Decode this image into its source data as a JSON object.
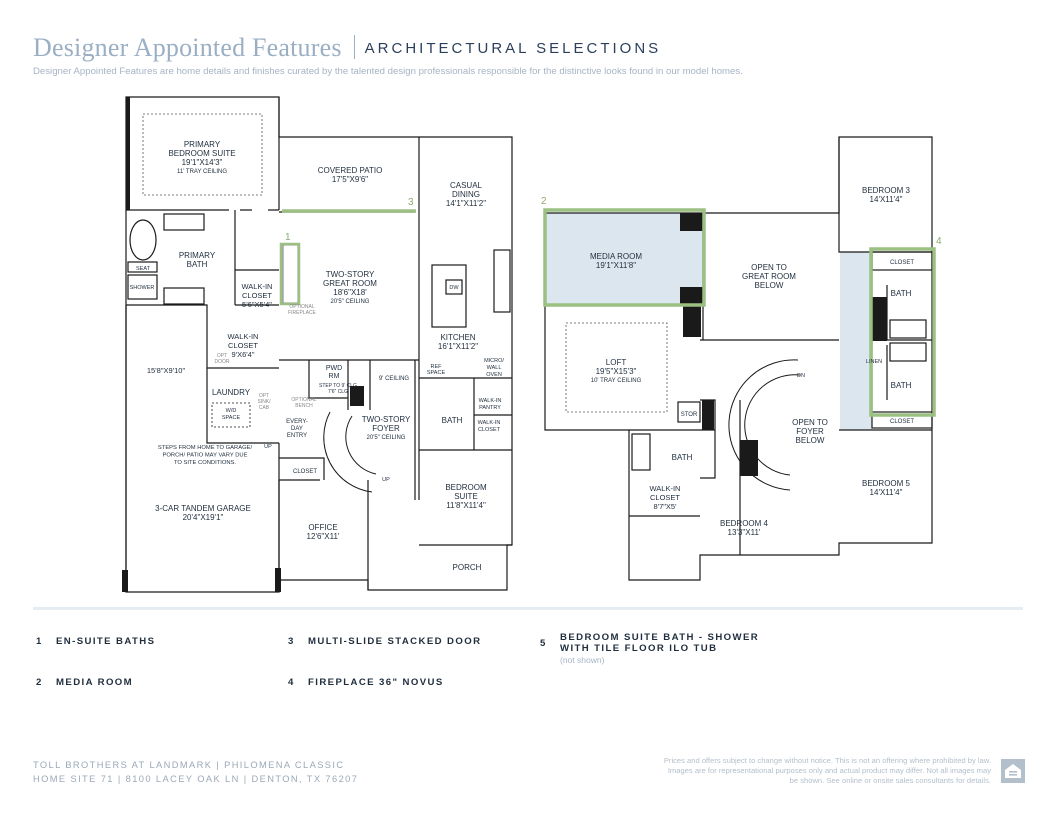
{
  "header": {
    "title": "Designer Appointed Features",
    "section": "ARCHITECTURAL SELECTIONS",
    "subtitle": "Designer Appointed Features are home details and finishes curated by the talented design professionals responsible for the distinctive looks found in our model homes."
  },
  "plan_labels": {
    "primary_suite": [
      "PRIMARY",
      "BEDROOM SUITE",
      "19'1\"X14'3\"",
      "11' TRAY CEILING"
    ],
    "primary_bath": [
      "PRIMARY",
      "BATH"
    ],
    "seat": "SEAT",
    "shower": "SHOWER",
    "walkin1": [
      "WALK-IN",
      "CLOSET",
      "5'6\"X5'4\""
    ],
    "walkin2": [
      "WALK-IN",
      "CLOSET",
      "9'X6'4\""
    ],
    "opt_door": [
      "OPT",
      "DOOR"
    ],
    "laundry": "LAUNDRY",
    "wd": [
      "W/D",
      "SPACE"
    ],
    "opt_sink": [
      "OPT",
      "SINK/",
      "CAB"
    ],
    "opt_bench": [
      "OPTIONAL",
      "BENCH"
    ],
    "everyday": [
      "EVERY-",
      "DAY",
      "ENTRY"
    ],
    "up1": "UP",
    "closet1": "CLOSET",
    "garage_size_top": "15'8\"X9'10\"",
    "garage_note": [
      "STEPS FROM HOME TO GARAGE/",
      "PORCH/ PATIO MAY VARY DUE",
      "TO SITE CONDITIONS."
    ],
    "garage": [
      "3-CAR TANDEM GARAGE",
      "20'4\"X19'1\""
    ],
    "covered_patio": [
      "COVERED PATIO",
      "17'5\"X9'6\""
    ],
    "great_room": [
      "TWO-STORY",
      "GREAT ROOM",
      "18'6\"X18'",
      "20'5\" CEILING"
    ],
    "opt_fireplace": [
      "OPTIONAL",
      "FIREPLACE"
    ],
    "casual_dining": [
      "CASUAL",
      "DINING",
      "14'1\"X11'2\""
    ],
    "dw": "DW",
    "kitchen": [
      "KITCHEN",
      "16'1\"X11'2\""
    ],
    "micro": [
      "MICRO/",
      "WALL",
      "OVEN"
    ],
    "pwd": [
      "PWD",
      "RM"
    ],
    "step_down": [
      "STEP TO 9' CLG",
      "7'6\" CLG"
    ],
    "nine_ceiling": "9' CEILING",
    "ref": [
      "REF",
      "SPACE"
    ],
    "bath1": "BATH",
    "walkin_pantry": [
      "WALK-IN",
      "PANTRY"
    ],
    "walkin_closet_small": [
      "WALK-IN",
      "CLOSET"
    ],
    "foyer": [
      "TWO-STORY",
      "FOYER",
      "20'5\" CEILING"
    ],
    "up2": "UP",
    "bedroom_suite": [
      "BEDROOM",
      "SUITE",
      "11'8\"X11'4\""
    ],
    "office": [
      "OFFICE",
      "12'6\"X11'"
    ],
    "porch": "PORCH",
    "media_room": [
      "MEDIA ROOM",
      "19'1\"X11'8\""
    ],
    "open_great": [
      "OPEN TO",
      "GREAT ROOM",
      "BELOW"
    ],
    "loft": [
      "LOFT",
      "19'5\"X15'3\"",
      "10' TRAY CEILING"
    ],
    "bedroom3": [
      "BEDROOM 3",
      "14'X11'4\""
    ],
    "closet_top": "CLOSET",
    "bath_up1": "BATH",
    "linen": "LINEN",
    "bath_up2": "BATH",
    "closet_bottom": "CLOSET",
    "bedroom5": [
      "BEDROOM 5",
      "14'X11'4\""
    ],
    "dn": "DN",
    "open_foyer": [
      "OPEN TO",
      "FOYER",
      "BELOW"
    ],
    "stor": "STOR",
    "bath_up3": "BATH",
    "walkin_up": [
      "WALK-IN",
      "CLOSET",
      "8'7\"X5'"
    ],
    "bedroom4": [
      "BEDROOM 4",
      "13'3\"X11'"
    ]
  },
  "callouts": [
    "1",
    "2",
    "3",
    "4"
  ],
  "features": [
    {
      "num": "1",
      "label": "EN-SUITE BATHS"
    },
    {
      "num": "2",
      "label": "MEDIA ROOM"
    },
    {
      "num": "3",
      "label": "MULTI-SLIDE STACKED DOOR"
    },
    {
      "num": "4",
      "label": "FIREPLACE 36\" NOVUS"
    },
    {
      "num": "5",
      "label": "BEDROOM SUITE BATH - SHOWER",
      "label2": "WITH TILE FLOOR ILO TUB",
      "note": "(not shown)"
    }
  ],
  "footer": {
    "line1": "TOLL BROTHERS AT LANDMARK  |  PHILOMENA CLASSIC",
    "line2": "HOME SITE 71  |  8100 LACEY OAK LN  |  DENTON, TX 76207",
    "disclaimer": "Prices and offers subject to change without notice. This is not an offering where prohibited by law. Images are for representational purposes only and actual product may differ. Not all images may be shown. See online or onsite sales consultants for details."
  },
  "colors": {
    "highlight": "#9cbf82",
    "media_fill": "#dce6ee",
    "wall": "#1a1a1a",
    "heading": "#9aafc4"
  }
}
